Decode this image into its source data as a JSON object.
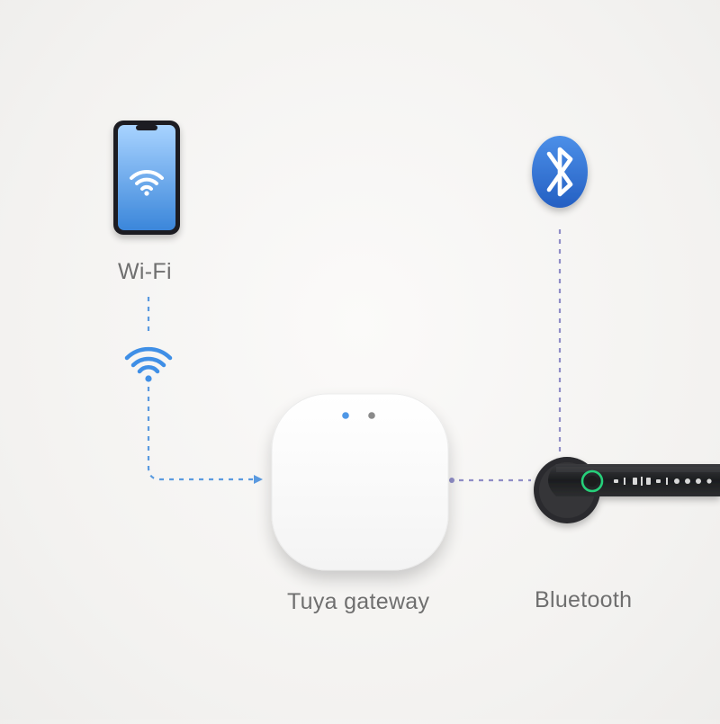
{
  "labels": {
    "wifi": "Wi-Fi",
    "gateway": "Tuya gateway",
    "bluetooth": "Bluetooth"
  },
  "icons": {
    "phone": "smartphone-icon",
    "phone_screen_symbol": "wifi-icon",
    "wifi_signal": "wifi-icon",
    "bluetooth": "bluetooth-icon",
    "gateway": "gateway-hub-icon",
    "lock": "smart-lock-handle-icon"
  },
  "colors": {
    "wifi_line": "#5a9ae0",
    "bluetooth_line": "#8f8dc7",
    "wifi_symbol": "#3f8fe6",
    "bluetooth_badge": "#2f6fd0",
    "gateway_body": "#ffffff",
    "gateway_led_active": "#4f97e6",
    "gateway_led_idle": "#8a8a8a",
    "lock_body": "#2a2b2d",
    "lock_fingerprint_ring": "#26d07a",
    "label_text": "#6f6f6f"
  }
}
